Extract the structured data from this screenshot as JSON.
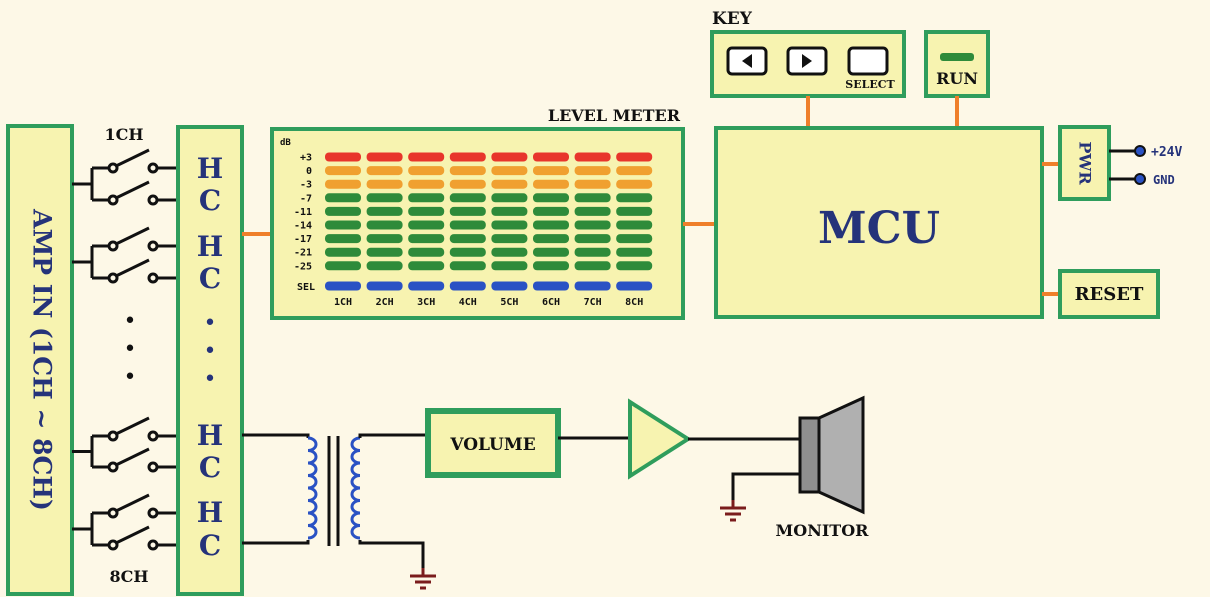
{
  "amp_in": {
    "label": "AMP IN (1CH ~ 8CH)"
  },
  "switch_labels": {
    "top": "1CH",
    "bottom": "8CH"
  },
  "hc_column": {
    "h": "H",
    "c": "C",
    "dot": "•"
  },
  "level_meter": {
    "title": "LEVEL METER",
    "db_label": "dB",
    "db_values": [
      "+3",
      "0",
      "-3",
      "-7",
      "-11",
      "-14",
      "-17",
      "-21",
      "-25"
    ],
    "sel_label": "SEL",
    "channels": [
      "1CH",
      "2CH",
      "3CH",
      "4CH",
      "5CH",
      "6CH",
      "7CH",
      "8CH"
    ],
    "colors": {
      "red": "#e8352b",
      "orange": "#f0a030",
      "green": "#2e8b3a",
      "blue": "#2a52c4"
    }
  },
  "key": {
    "title": "KEY",
    "select_label": "SELECT"
  },
  "run": {
    "label": "RUN"
  },
  "mcu": {
    "label": "MCU"
  },
  "pwr": {
    "label": "PWR",
    "v24": "+24V",
    "gnd": "GND"
  },
  "reset": {
    "label": "RESET"
  },
  "volume": {
    "label": "VOLUME"
  },
  "monitor": {
    "label": "MONITOR"
  },
  "colors": {
    "box_fill": "#f7f3b0",
    "box_border": "#2f9d5c",
    "text_navy": "#25337a",
    "wire_orange": "#ef7f2a",
    "coil_blue": "#2a52c4",
    "ground": "#7a1c1c"
  }
}
